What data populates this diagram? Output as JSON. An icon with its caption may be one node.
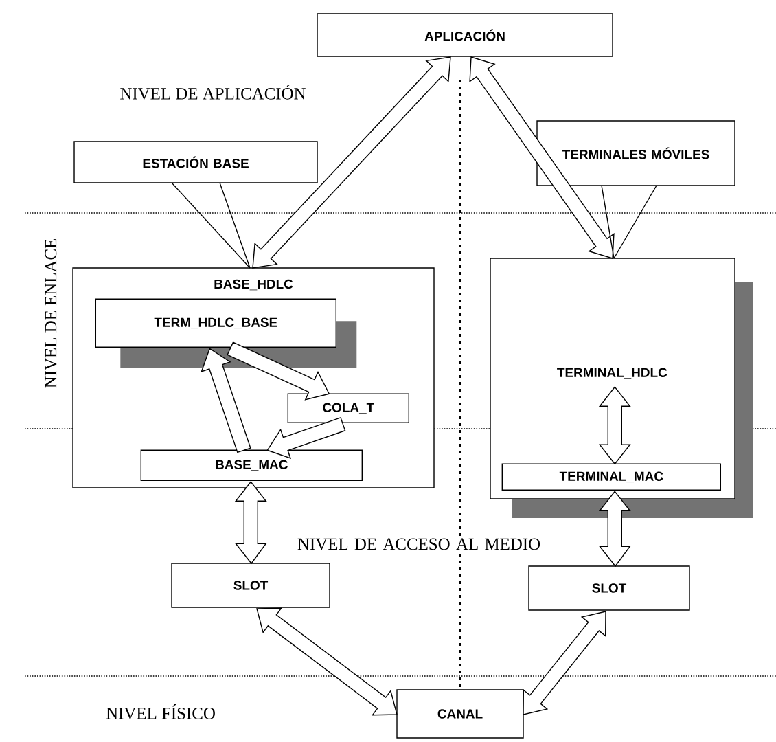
{
  "diagram": {
    "nodes": [
      {
        "text": [
          "APLICACIÓN"
        ]
      },
      {
        "text": [
          "ESTACIÓN BASE"
        ]
      },
      {
        "text": [
          "TERMINALES MÓVILES"
        ]
      },
      {
        "text": [
          "BASE_HDLC"
        ]
      },
      {
        "text": [
          "TERM_HDLC_BASE"
        ],
        "in": 3
      },
      {
        "text": [
          "COLA_T"
        ],
        "in": 3
      },
      {
        "text": [
          "BASE_MAC"
        ],
        "in": 3
      },
      {
        "text": [],
        "shape": "box"
      },
      {
        "text": [
          "TERMINAL_HDLC"
        ],
        "in": 7
      },
      {
        "text": [
          "TERMINAL_MAC"
        ],
        "in": 7
      },
      {
        "text": [
          "SLOT"
        ]
      },
      {
        "text": [
          "SLOT"
        ]
      },
      {
        "text": [
          "CANAL"
        ]
      }
    ],
    "edges": [
      {
        "from": 0,
        "to": 3,
        "arrow": "both"
      },
      {
        "from": 0,
        "to": 7,
        "arrow": "both"
      },
      {
        "from": 1,
        "to": 3,
        "arrow": "none"
      },
      {
        "from": 2,
        "to": 7,
        "arrow": "none"
      },
      {
        "from": 4,
        "to": 5,
        "arrow": "to"
      },
      {
        "from": 5,
        "to": 6,
        "arrow": "to"
      },
      {
        "from": 6,
        "to": 4,
        "arrow": "to"
      },
      {
        "from": 6,
        "to": 10,
        "arrow": "both"
      },
      {
        "from": 8,
        "to": 9,
        "arrow": "both"
      },
      {
        "from": 9,
        "to": 11,
        "arrow": "both"
      },
      {
        "from": 10,
        "to": 12,
        "arrow": "both"
      },
      {
        "from": 11,
        "to": 12,
        "arrow": "both"
      }
    ],
    "labels": [
      "NIVEL DE APLICACIÓN",
      "NIVEL DE ENLACE",
      "NIVEL DE ACCESO AL MEDIO",
      "NIVEL FÍSICO"
    ]
  }
}
